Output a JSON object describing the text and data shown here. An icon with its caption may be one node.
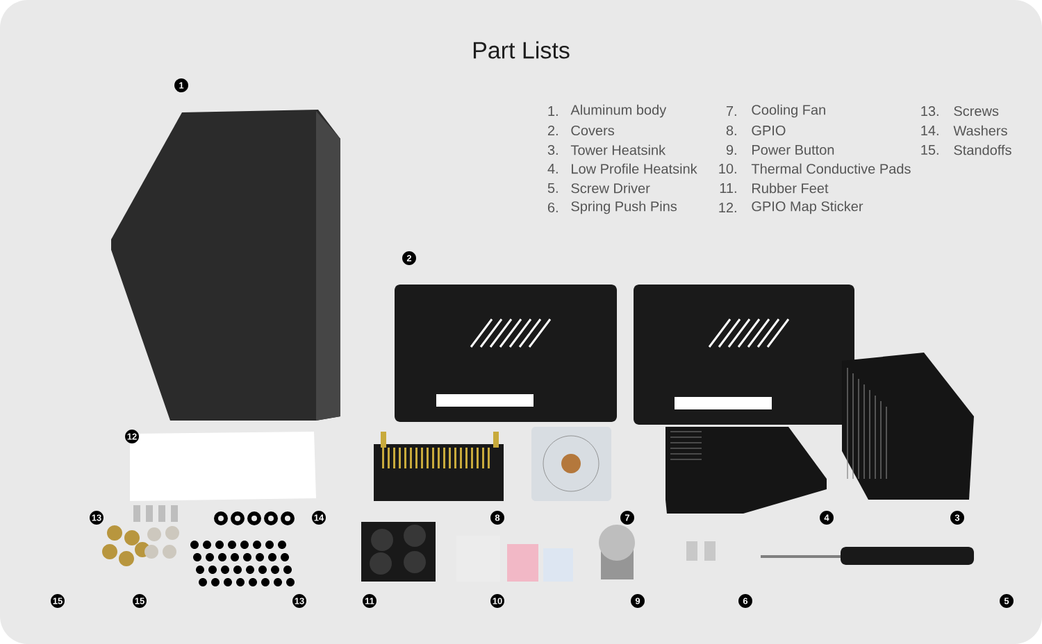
{
  "diagram": {
    "title": "Part Lists",
    "labels": [
      "1",
      "1.",
      "Aluminum body",
      "7.",
      "Cooling Fan",
      "13.",
      "Screws",
      "2.",
      "Covers",
      "8.",
      "GPIO",
      "14.",
      "Washers",
      "3.",
      "Tower Heatsink",
      "9.",
      "Power Button",
      "15.",
      "Standoffs",
      "4.",
      "Low Profile Heatsink",
      "10.",
      "Thermal Conductive Pads",
      "5.",
      "Screw Driver",
      "11.",
      "Rubber Feet",
      "6.",
      "Spring Push Pins",
      "12.",
      "GPIO Map Sticker",
      "2",
      "12",
      "13",
      "14",
      "8",
      "7",
      "4",
      "3",
      "15",
      "15",
      "13",
      "11",
      "10",
      "9",
      "6",
      "5"
    ]
  }
}
